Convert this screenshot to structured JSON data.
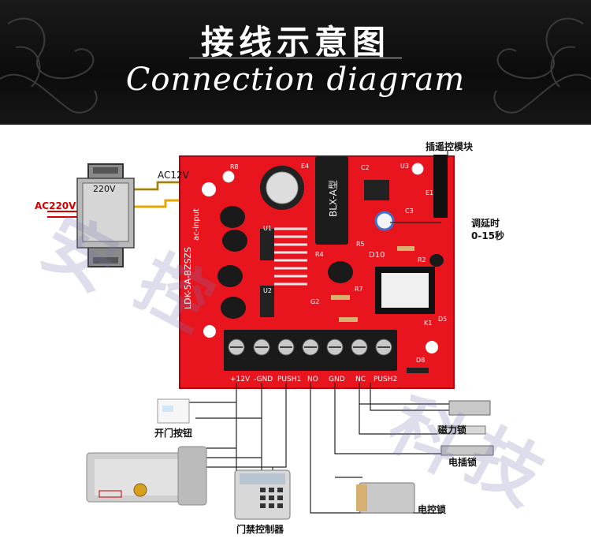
{
  "header": {
    "title_cn": "接线示意图",
    "title_en": "Connection diagram"
  },
  "labels": {
    "ac12v": "AC12V",
    "ac220v": "AC220V",
    "transformer_220": "220V",
    "remote_module": "插遥控模块",
    "delay_adjust": "调延时",
    "delay_range": "0-15秒",
    "exit_button": "开门按钮",
    "magnetic_lock": "磁力锁",
    "bolt_lock": "电插锁",
    "electric_lock": "电控锁",
    "access_controller": "门禁控制器"
  },
  "board": {
    "model": "LDK-5A-BZSZS",
    "ac_input": "ac-input",
    "relay_text": "BLX-A型",
    "terminals": [
      "+12V",
      "-GND",
      "PUSH1",
      "NO",
      "GND",
      "NC",
      "PUSH2"
    ],
    "refs": [
      "R8",
      "E4",
      "C2",
      "U3",
      "E1",
      "C3",
      "D10",
      "R4",
      "R5",
      "U1",
      "U2",
      "R7",
      "G2",
      "R2",
      "K1",
      "D5",
      "D8"
    ]
  },
  "watermark": [
    "安",
    "控",
    "科",
    "技"
  ],
  "colors": {
    "board_red": "#e8141e",
    "header_bg": "#111111",
    "wire": "#222222",
    "ac_wire": "#e0a800",
    "label_red": "#d40000"
  }
}
